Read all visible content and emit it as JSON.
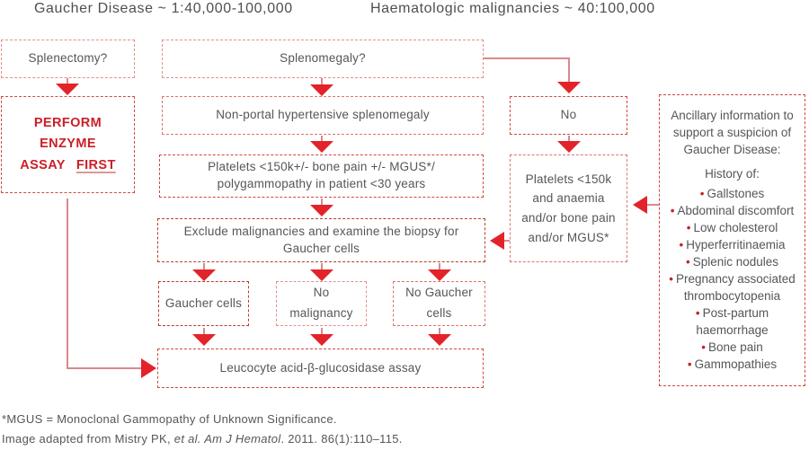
{
  "header": {
    "left": "Gaucher Disease ~ 1:40,000-100,000",
    "right": "Haematologic malignancies ~ 40:100,000"
  },
  "boxes": {
    "splenectomy": "Splenectomy?",
    "perform_enzyme": {
      "line1": "PERFORM ENZYME",
      "assay": "ASSAY",
      "first": "FIRST"
    },
    "splenomegaly": "Splenomegaly?",
    "non_portal": "Non-portal hypertensive splenomegaly",
    "platelets_main": "Platelets <150k+/- bone pain +/- MGUS*/ polygammopathy in patient <30 years",
    "exclude": "Exclude malignancies and examine the biopsy for Gaucher cells",
    "gaucher_cells": "Gaucher cells",
    "no_malignancy": "No malignancy",
    "no_gaucher_cells": "No Gaucher cells",
    "leucocyte": "Leucocyte acid-β-glucosidase assay",
    "no": "No",
    "platelets_right": "Platelets <150k and anaemia and/or bone pain and/or MGUS*"
  },
  "ancillary": {
    "title": "Ancillary information to support a suspicion of Gaucher Disease:",
    "subtitle": "History of:",
    "items": [
      "Gallstones",
      "Abdominal discomfort",
      "Low cholesterol",
      "Hyperferritinaemia",
      "Splenic nodules",
      "Pregnancy associated thrombocytopenia",
      "Post-partum haemorrhage",
      "Bone pain",
      "Gammopathies"
    ]
  },
  "footnotes": {
    "mgus": "*MGUS = Monoclonal Gammopathy of Unknown Significance.",
    "source_prefix": "Image adapted from Mistry PK, ",
    "source_italic": "et al. Am J Hematol",
    "source_suffix": ". 2011. 86(1):110–115."
  },
  "icons": {
    "bullet": "•"
  },
  "colors": {
    "arrow_red": "#e3232a",
    "emphasis_text_red": "#cb1f27",
    "border_red": "#cf4a41",
    "border_light_red": "#e58f8c",
    "border_dark_red": "#b83c30",
    "connector_pink": "#d9898d",
    "body_text_gray": "#545659"
  }
}
